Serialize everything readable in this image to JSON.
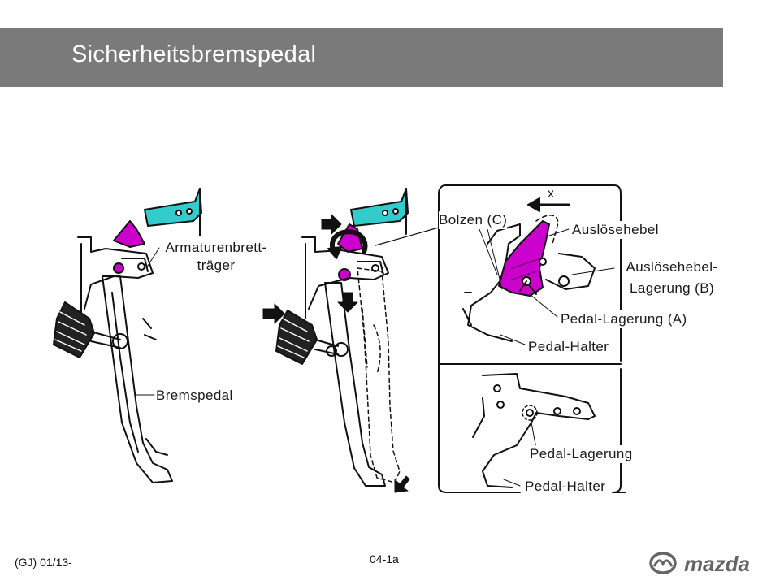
{
  "title": "Sicherheitsbremspedal",
  "labels": {
    "armaturenbrett_line1": "Armaturenbrett-",
    "armaturenbrett_line2": "träger",
    "bremspedal": "Bremspedal",
    "bolzen": "Bolzen (C)",
    "ausloesehebel": "Auslösehebel",
    "ausloesehebel_lagerung_line1": "Auslösehebel-",
    "ausloesehebel_lagerung_line2": "Lagerung (B)",
    "pedal_lagerung_a": "Pedal-Lagerung (A)",
    "pedal_halter_top": "Pedal-Halter",
    "pedal_lagerung": "Pedal-Lagerung",
    "pedal_halter_bottom": "Pedal-Halter",
    "x_axis": "x"
  },
  "footer": {
    "left": "(GJ) 01/13-",
    "center": "04-1a"
  },
  "logo": {
    "brand": "mazda",
    "icon": "mazda-logo-icon"
  },
  "colors": {
    "title_bar": "#7a7a7a",
    "lever_magenta": "#cc00cc",
    "bracket_cyan": "#33cccc",
    "logo_gray": "#666666"
  }
}
